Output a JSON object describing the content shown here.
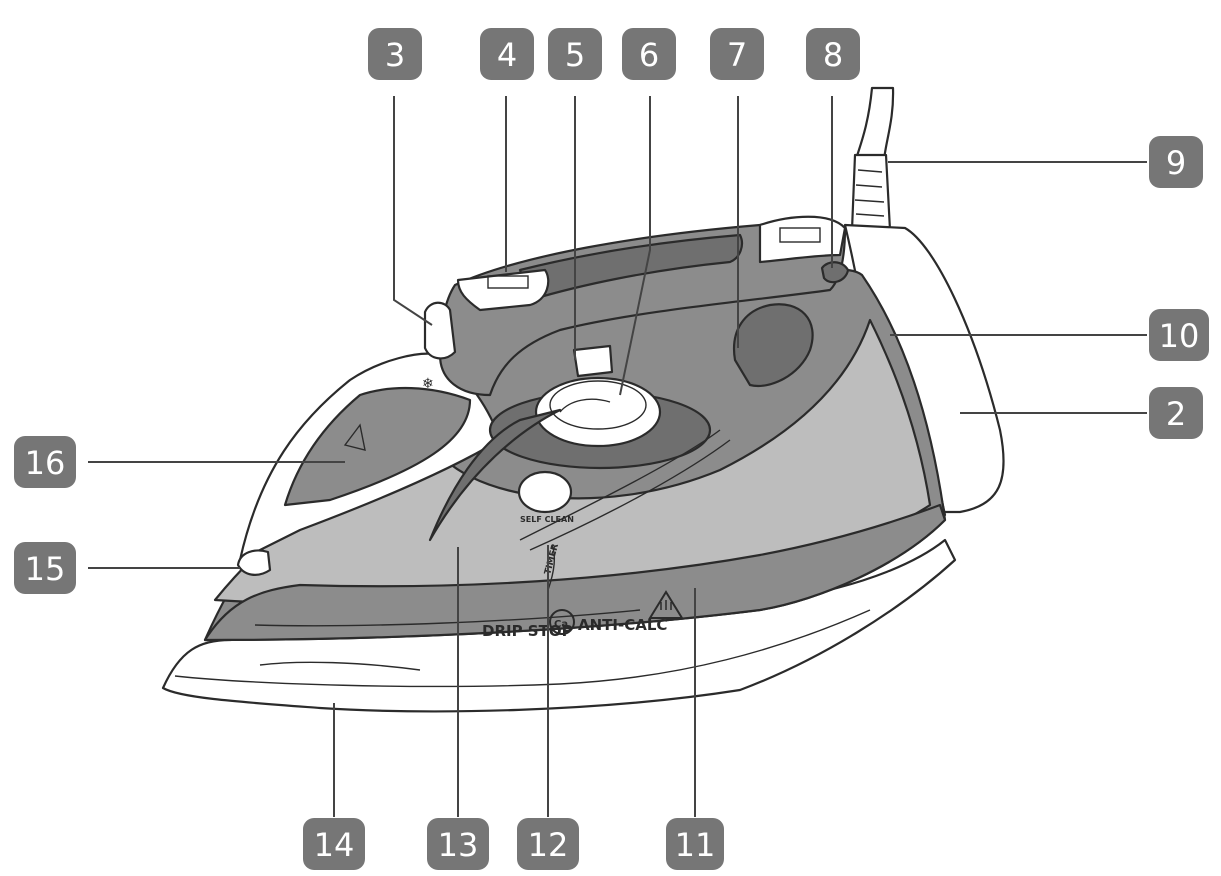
{
  "colors": {
    "label_box": "#767676",
    "body_gray": "#8c8c8c",
    "dark_gray": "#6f6f6f",
    "light_gray": "#c7c7c7",
    "outline": "#2b2b2b"
  },
  "callouts": [
    {
      "number": "3"
    },
    {
      "number": "4"
    },
    {
      "number": "5"
    },
    {
      "number": "6"
    },
    {
      "number": "7"
    },
    {
      "number": "8"
    },
    {
      "number": "9"
    },
    {
      "number": "10"
    },
    {
      "number": "2"
    },
    {
      "number": "16"
    },
    {
      "number": "15"
    },
    {
      "number": "14"
    },
    {
      "number": "13"
    },
    {
      "number": "12"
    },
    {
      "number": "11"
    }
  ],
  "printed": {
    "drip_stop": "DRIP STOP",
    "anti_calc": "ANTI-CALC",
    "self_clean": "SELF CLEAN",
    "timer": "TIMER"
  }
}
